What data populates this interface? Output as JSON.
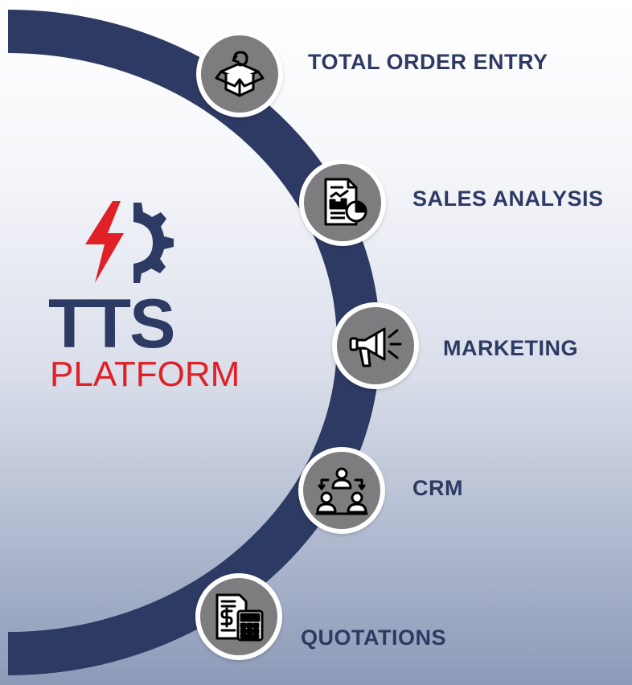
{
  "logo": {
    "name": "TTS",
    "subtitle": "PLATFORM"
  },
  "colors": {
    "arc": "#2d3a63",
    "accent_red": "#e02027",
    "node_fill": "#7d7d7f",
    "node_ring": "#ffffff"
  },
  "features": [
    {
      "label": "TOTAL ORDER ENTRY",
      "icon": "open-box-return-icon"
    },
    {
      "label": "SALES ANALYSIS",
      "icon": "report-chart-icon"
    },
    {
      "label": "MARKETING",
      "icon": "megaphone-icon"
    },
    {
      "label": "CRM",
      "icon": "customer-network-icon"
    },
    {
      "label": "QUOTATIONS",
      "icon": "invoice-calculator-icon"
    }
  ]
}
